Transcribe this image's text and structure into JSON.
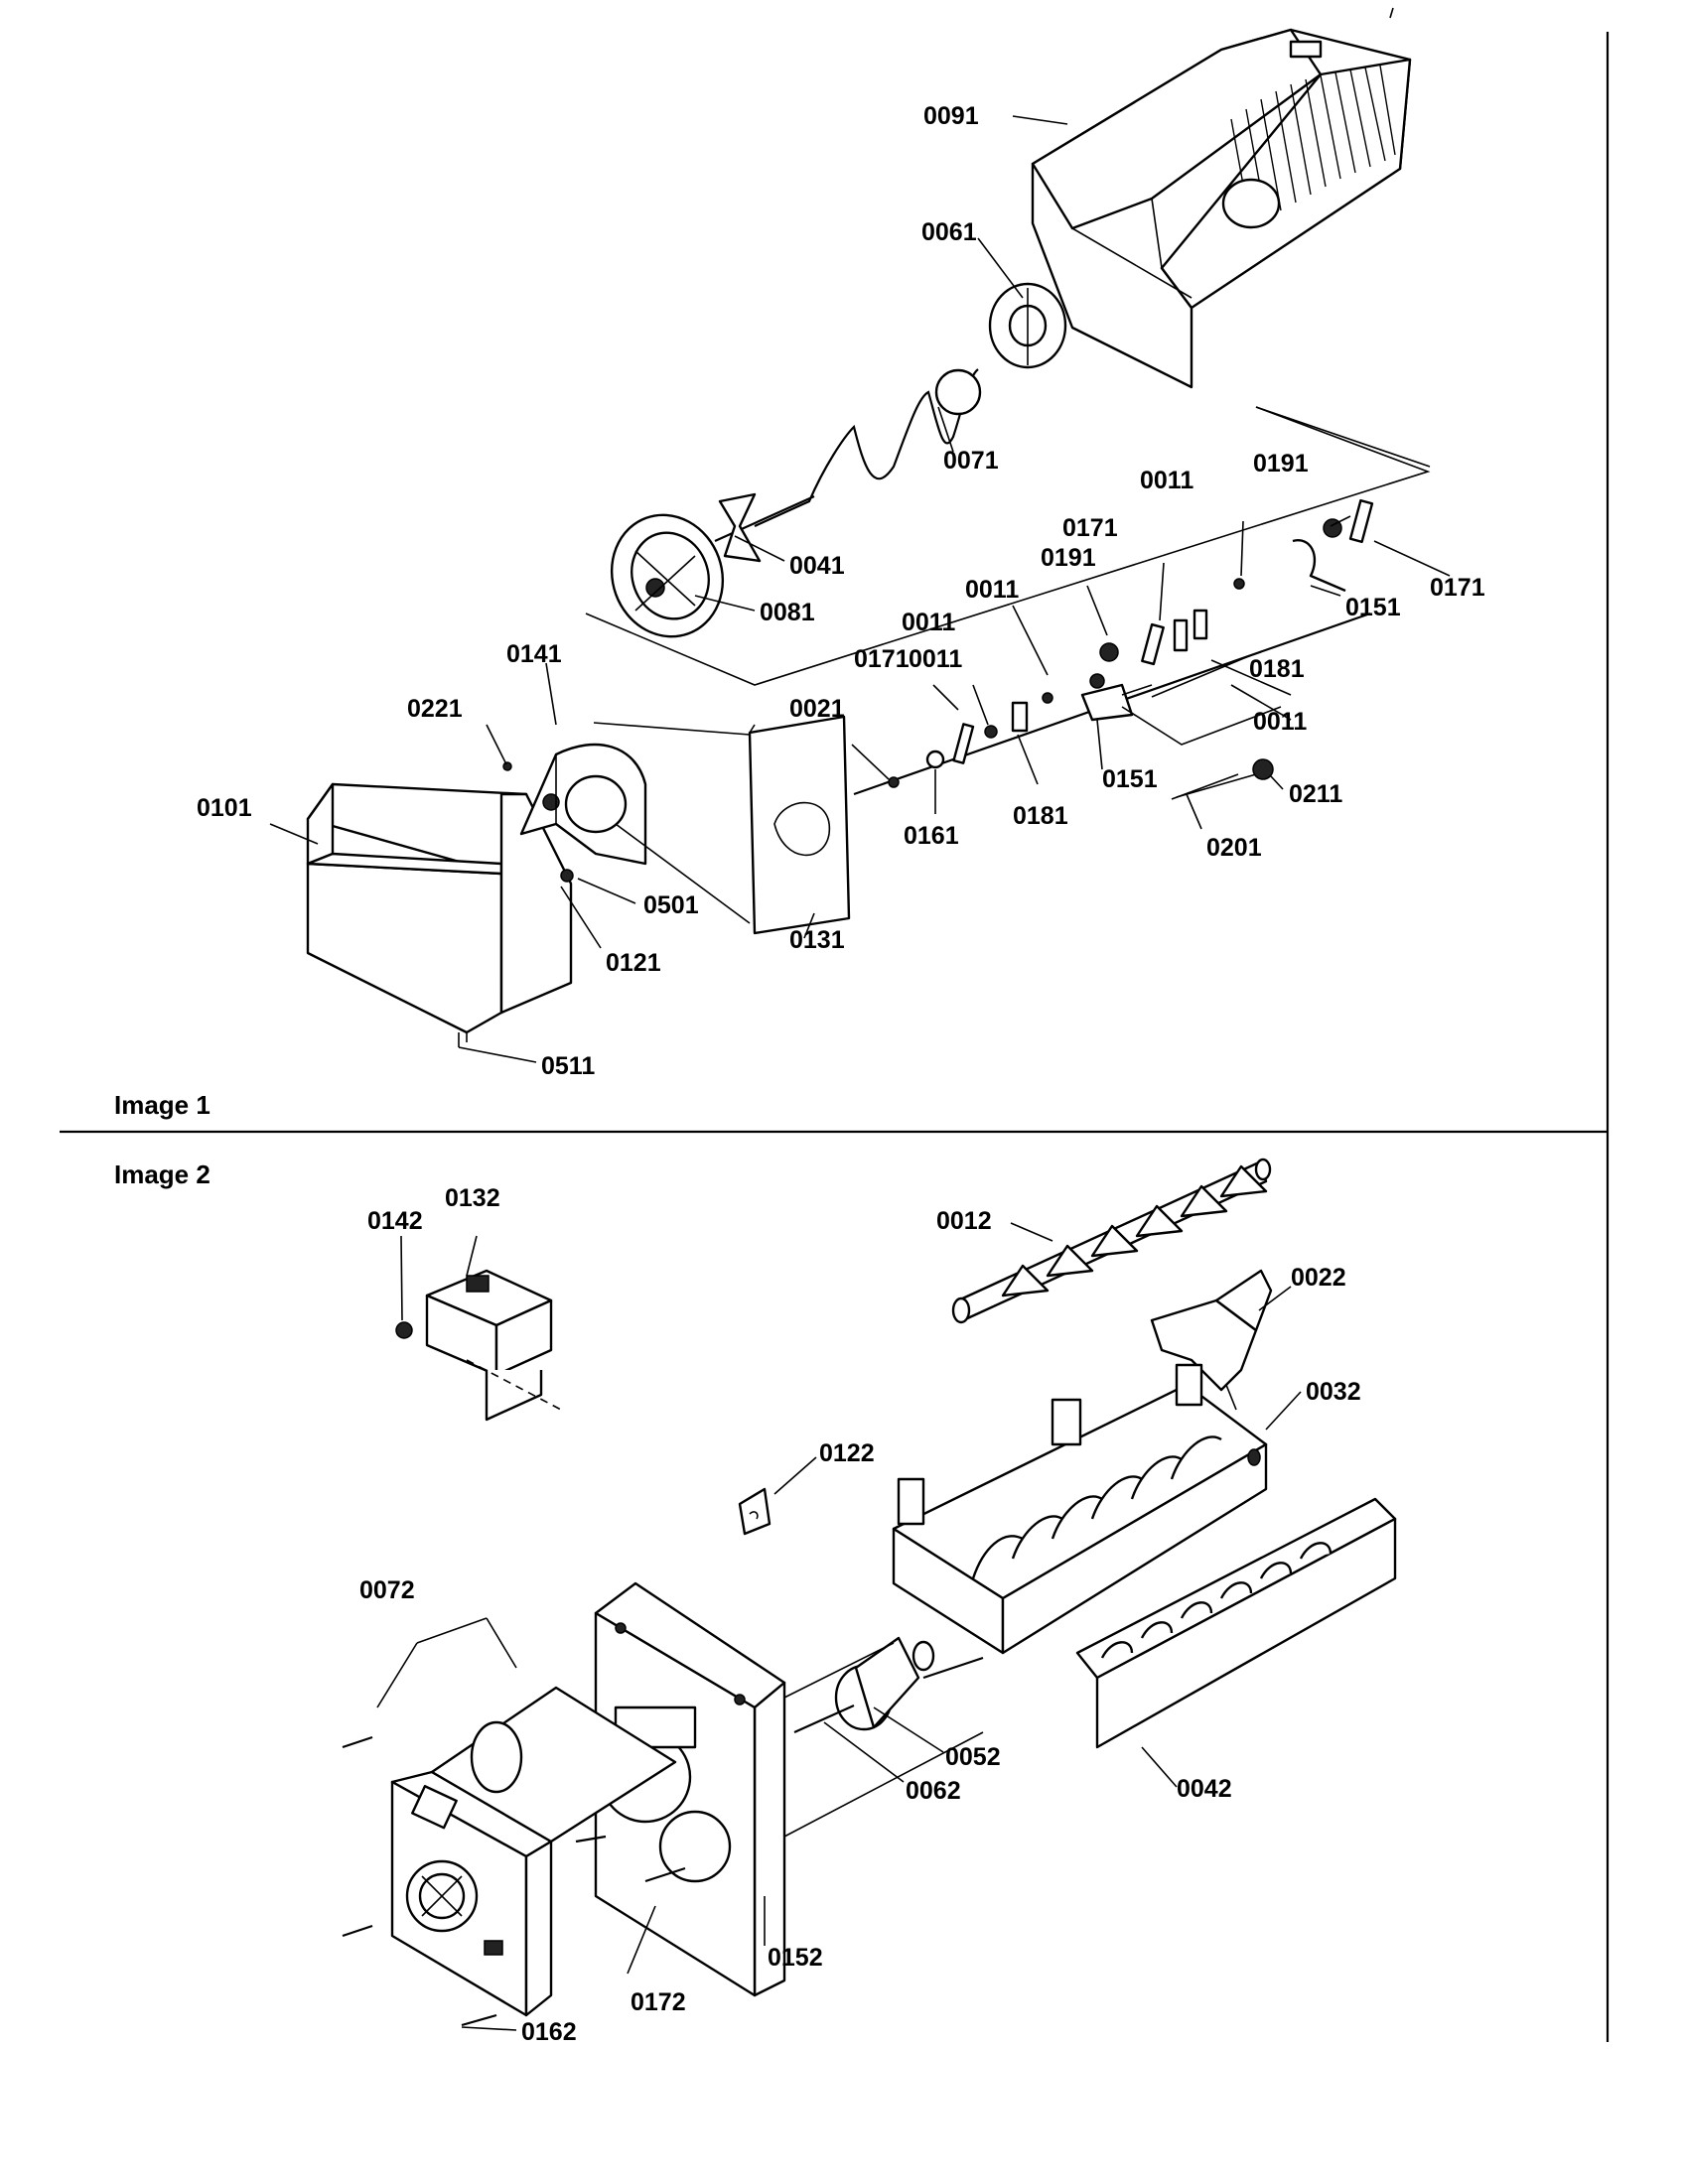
{
  "captions": {
    "image1": "Image 1",
    "image2": "Image 2"
  },
  "image1_callouts": [
    "0091",
    "0061",
    "0071",
    "0041",
    "0081",
    "0191",
    "0011",
    "0171",
    "0151",
    "0181",
    "0011",
    "0191",
    "0171",
    "0011",
    "0011",
    "0151",
    "0211",
    "0201",
    "0171",
    "0011",
    "0021",
    "0161",
    "0181",
    "0141",
    "0221",
    "0101",
    "0501",
    "0121",
    "0131",
    "0511"
  ],
  "image2_callouts": [
    "0142",
    "0132",
    "0012",
    "0022",
    "0032",
    "0122",
    "0072",
    "0052",
    "0062",
    "0042",
    "0152",
    "0172",
    "0162"
  ]
}
